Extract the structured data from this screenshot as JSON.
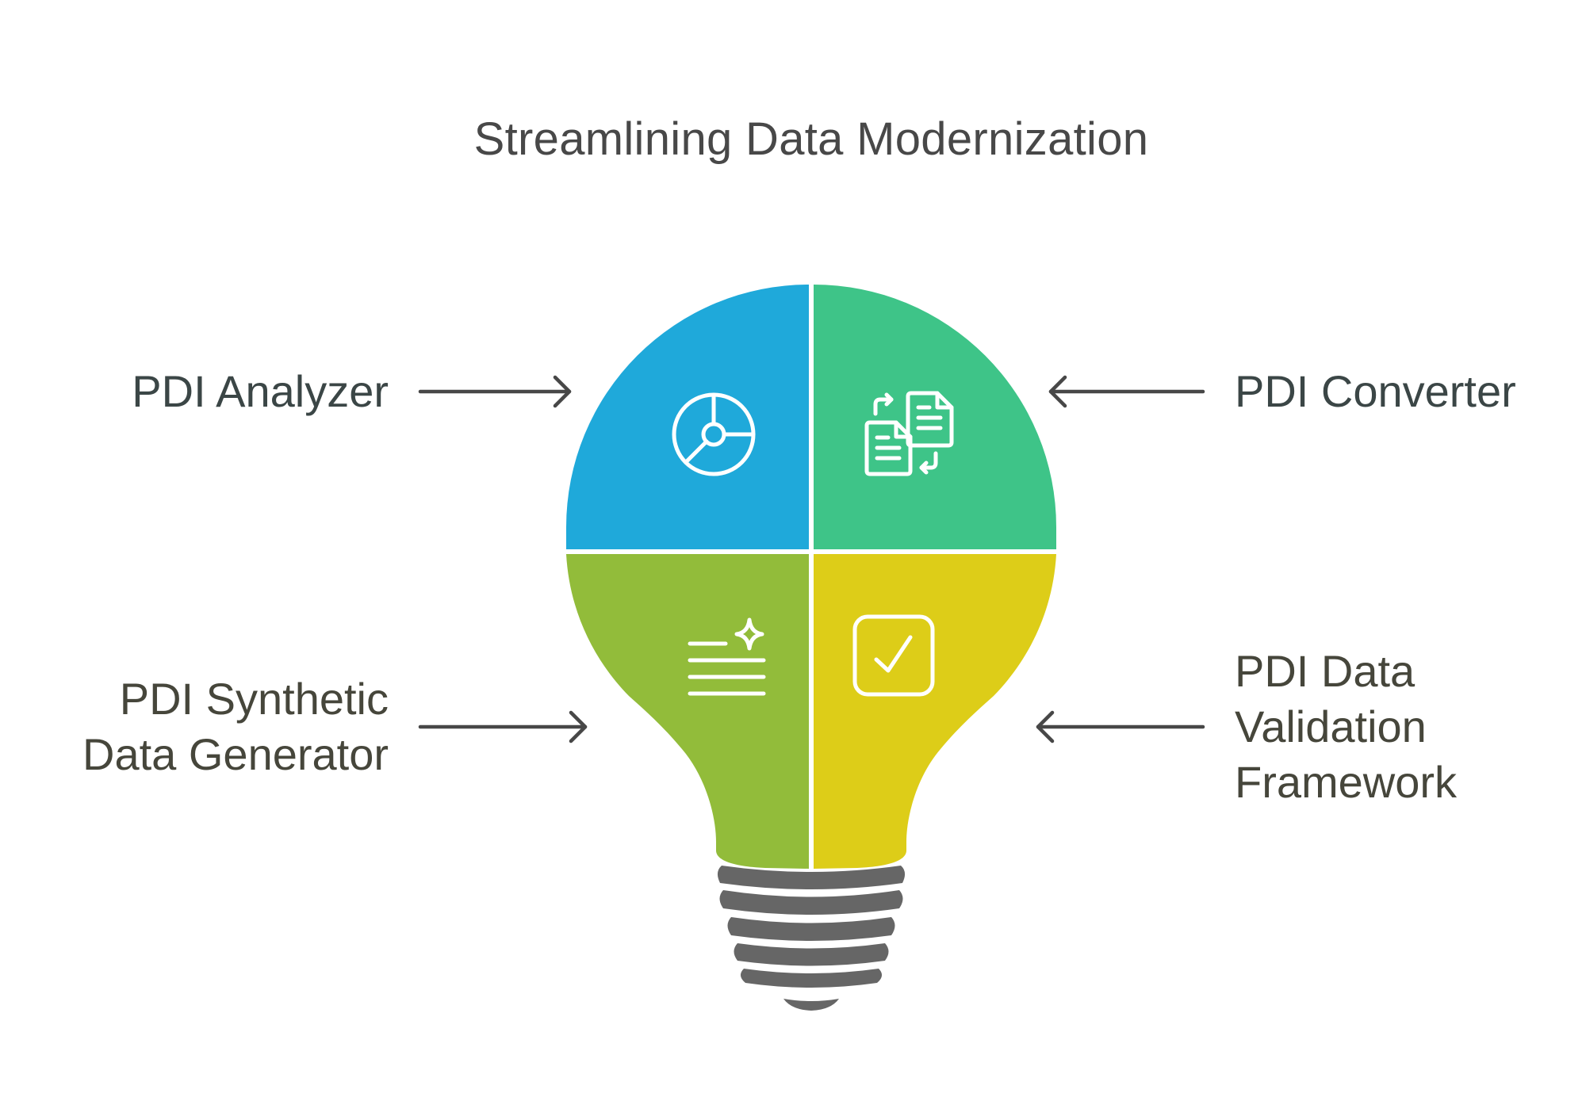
{
  "title": "Streamlining Data Modernization",
  "segments": [
    {
      "id": "analyzer",
      "lines": [
        "PDI Analyzer"
      ],
      "icon": "pie-chart-icon",
      "color": "#1FA9DA",
      "text_color": "#3b4646"
    },
    {
      "id": "converter",
      "lines": [
        "PDI Converter"
      ],
      "icon": "document-convert-icon",
      "color": "#3EC488",
      "text_color": "#3b4646"
    },
    {
      "id": "synthetic",
      "lines": [
        "PDI Synthetic",
        "Data Generator"
      ],
      "icon": "sparkle-text-icon",
      "color": "#92BC3A",
      "text_color": "#46463b"
    },
    {
      "id": "validation",
      "lines": [
        "PDI Data",
        "Validation",
        "Framework"
      ],
      "icon": "checkbox-icon",
      "color": "#DDCD18",
      "text_color": "#46463b"
    }
  ],
  "bulb_base_color": "#666666",
  "arrow_color": "#474747"
}
